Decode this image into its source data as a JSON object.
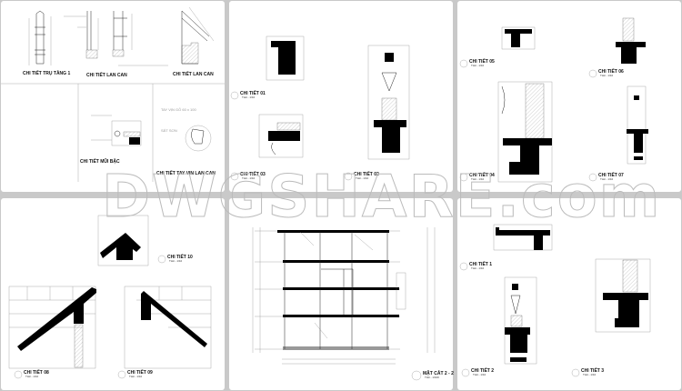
{
  "sheets": {
    "top_left": {
      "labels": [
        "CHI TIẾT TRỤ TẦNG 1",
        "CHI TIẾT LAN CAN",
        "CHI TIẾT LAN CAN",
        "CHI TIẾT MŨI BẬC",
        "CHI TIẾT TAY VỊN LAN CAN"
      ],
      "notes": [
        "TAY VỊN GỖ 60 x 100",
        "SẮT SƠN"
      ]
    },
    "top_middle": {
      "labels": [
        "CHI TIẾT 01",
        "CHI TIẾT 03",
        "CHI TIẾT 02"
      ],
      "scale": "TLĐ - 1/10"
    },
    "top_right": {
      "labels": [
        "CHI TIẾT 05",
        "CHI TIẾT 06",
        "CHI TIẾT 04",
        "CHI TIẾT 07"
      ],
      "scale": "TLĐ - 1/10"
    },
    "bottom_left": {
      "labels": [
        "CHI TIẾT 10",
        "CHI TIẾT 08",
        "CHI TIẾT 09"
      ],
      "scale": "TLĐ - 1/10"
    },
    "bottom_middle": {
      "labels": [
        "MẶT CẮT 2 - 2"
      ],
      "scale": "TLĐ - 1/100"
    },
    "bottom_right": {
      "labels": [
        "CHI TIẾT 1",
        "CHI TIẾT 2",
        "CHI TIẾT 3"
      ],
      "scale": "TLĐ - 1/10"
    }
  },
  "watermark": "DWGSHARE.com",
  "colors": {
    "gutter": "#c9c9c9",
    "sheet": "#ffffff",
    "ink": "#000000"
  }
}
